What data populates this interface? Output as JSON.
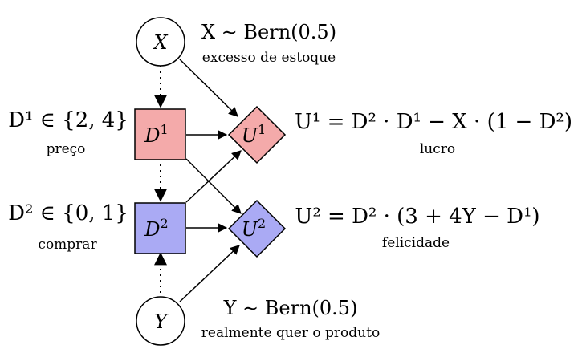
{
  "nodes": {
    "X": {
      "label": "X",
      "formula": "X ∼ Bern(0.5)",
      "caption": "excesso de estoque"
    },
    "Y": {
      "label": "Y",
      "formula": "Y ∼ Bern(0.5)",
      "caption": "realmente quer o produto"
    },
    "D1": {
      "label": "D",
      "sup": "1",
      "domain": "D¹ ∈ {2, 4}",
      "caption": "preço",
      "fill": "#f4aaaa"
    },
    "D2": {
      "label": "D",
      "sup": "2",
      "domain": "D² ∈ {0, 1}",
      "caption": "comprar",
      "fill": "#aaaaf4"
    },
    "U1": {
      "label": "U",
      "sup": "1",
      "formula": "U¹ = D² · D¹ − X · (1 − D²)",
      "caption": "lucro",
      "fill": "#f4aaaa"
    },
    "U2": {
      "label": "U",
      "sup": "2",
      "formula": "U² = D² · (3 + 4Y − D¹)",
      "caption": "felicidade",
      "fill": "#aaaaf4"
    }
  },
  "edges": [
    {
      "from": "X",
      "to": "D1",
      "style": "dotted"
    },
    {
      "from": "D1",
      "to": "D2",
      "style": "dotted"
    },
    {
      "from": "Y",
      "to": "D2",
      "style": "dotted"
    },
    {
      "from": "X",
      "to": "U1",
      "style": "solid"
    },
    {
      "from": "D1",
      "to": "U1",
      "style": "solid"
    },
    {
      "from": "D1",
      "to": "U2",
      "style": "solid"
    },
    {
      "from": "D2",
      "to": "U1",
      "style": "solid"
    },
    {
      "from": "D2",
      "to": "U2",
      "style": "solid"
    },
    {
      "from": "Y",
      "to": "U2",
      "style": "solid"
    }
  ]
}
